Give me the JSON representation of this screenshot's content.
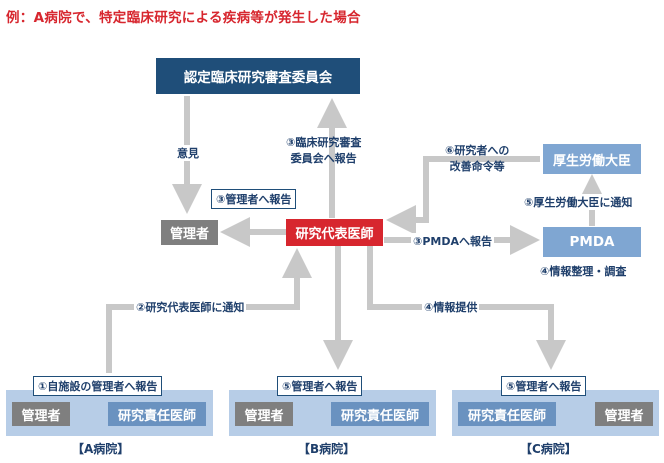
{
  "title": "例：A病院で、特定臨床研究による疾病等が発生した場合",
  "nodes": {
    "committee": "認定臨床研究審査委員会",
    "pi": "研究代表医師",
    "manager_top": "管理者",
    "mhlw": "厚生労働大臣",
    "pmda": "PMDA"
  },
  "labels": {
    "opinion": "意見",
    "report_committee": [
      "③臨床研究審査",
      "委員会へ報告"
    ],
    "report_manager": "③管理者へ報告",
    "improve_order": [
      "⑥研究者への",
      "改善命令等"
    ],
    "notify_mhlw": "⑤厚生労働大臣に通知",
    "report_pmda": "③PMDAへ報告",
    "info_org": "④情報整理・調査",
    "notify_pi": "②研究代表医師に通知",
    "info_provide": "④情報提供"
  },
  "hospitals": [
    {
      "name": "【A病院】",
      "tag": "①自施設の管理者へ報告",
      "left_box": "管理者",
      "right_box": "研究責任医師"
    },
    {
      "name": "【B病院】",
      "tag": "⑤管理者へ報告",
      "left_box": "管理者",
      "right_box": "研究責任医師"
    },
    {
      "name": "【C病院】",
      "tag": "⑤管理者へ報告",
      "left_box": "研究責任医師",
      "right_box": "管理者"
    }
  ]
}
